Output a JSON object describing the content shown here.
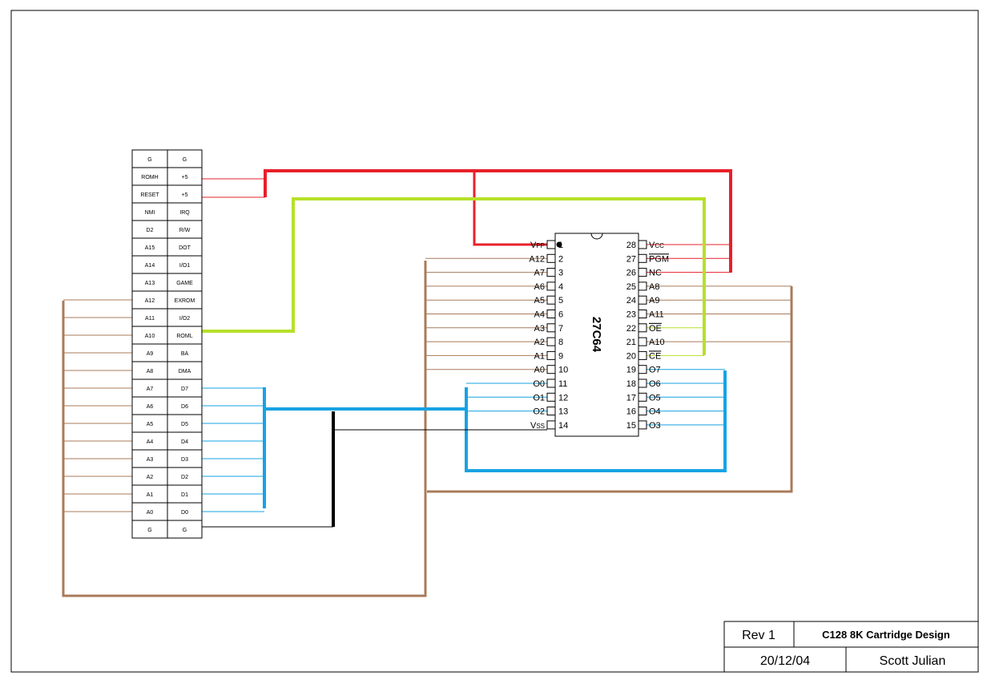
{
  "colors": {
    "power": "#e8202a",
    "romlow": "#b7e02a",
    "address": "#a87b5a",
    "data": "#17a3e3",
    "ground": "#000000"
  },
  "connector": {
    "rows": [
      [
        "G",
        "G"
      ],
      [
        "ROMH",
        "+5"
      ],
      [
        "RESET",
        "+5"
      ],
      [
        "NMI",
        "IRQ"
      ],
      [
        "D2",
        "R/W"
      ],
      [
        "A15",
        "DOT"
      ],
      [
        "A14",
        "I/O1"
      ],
      [
        "A13",
        "GAME"
      ],
      [
        "A12",
        "EXROM"
      ],
      [
        "A11",
        "I/O2"
      ],
      [
        "A10",
        "ROML"
      ],
      [
        "A9",
        "BA"
      ],
      [
        "A8",
        "DMA"
      ],
      [
        "A7",
        "D7"
      ],
      [
        "A6",
        "D6"
      ],
      [
        "A5",
        "D5"
      ],
      [
        "A4",
        "D4"
      ],
      [
        "A3",
        "D3"
      ],
      [
        "A2",
        "D2"
      ],
      [
        "A1",
        "D1"
      ],
      [
        "A0",
        "D0"
      ],
      [
        "G",
        "G"
      ]
    ]
  },
  "chip": {
    "name": "27C64",
    "left_pins": [
      {
        "num": "1",
        "label": "VPP"
      },
      {
        "num": "2",
        "label": "A12"
      },
      {
        "num": "3",
        "label": "A7"
      },
      {
        "num": "4",
        "label": "A6"
      },
      {
        "num": "5",
        "label": "A5"
      },
      {
        "num": "6",
        "label": "A4"
      },
      {
        "num": "7",
        "label": "A3"
      },
      {
        "num": "8",
        "label": "A2"
      },
      {
        "num": "9",
        "label": "A1"
      },
      {
        "num": "10",
        "label": "A0"
      },
      {
        "num": "11",
        "label": "O0"
      },
      {
        "num": "12",
        "label": "O1"
      },
      {
        "num": "13",
        "label": "O2"
      },
      {
        "num": "14",
        "label": "VSS"
      }
    ],
    "right_pins": [
      {
        "num": "28",
        "label": "VCC"
      },
      {
        "num": "27",
        "label": "PGM"
      },
      {
        "num": "26",
        "label": "NC"
      },
      {
        "num": "25",
        "label": "A8"
      },
      {
        "num": "24",
        "label": "A9"
      },
      {
        "num": "23",
        "label": "A11"
      },
      {
        "num": "22",
        "label": "OE"
      },
      {
        "num": "21",
        "label": "A10"
      },
      {
        "num": "20",
        "label": "CE"
      },
      {
        "num": "19",
        "label": "O7"
      },
      {
        "num": "18",
        "label": "O6"
      },
      {
        "num": "17",
        "label": "O5"
      },
      {
        "num": "16",
        "label": "O4"
      },
      {
        "num": "15",
        "label": "O3"
      }
    ]
  },
  "title_block": {
    "rev": "Rev 1",
    "title": "C128 8K Cartridge Design",
    "date": "20/12/04",
    "author": "Scott Julian"
  }
}
